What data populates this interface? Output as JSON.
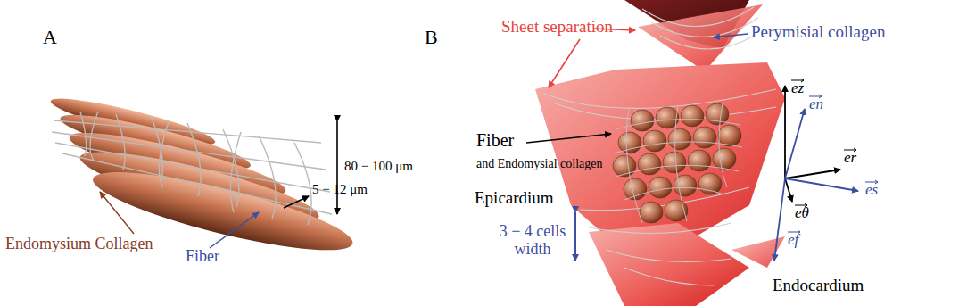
{
  "diagram": {
    "labels": [
      "A",
      "Endomysium Collagen",
      "Fiber",
      "80 − 100 μm",
      "5 − 12 μm",
      "B",
      "Sheet separation",
      "Perymisial collagen",
      "Fiber",
      "and Endomysial collagen",
      "Epicardium",
      "3 − 4 cells width",
      "Endocardium",
      "ez",
      "en",
      "er",
      "es",
      "eθ",
      "ef"
    ]
  }
}
